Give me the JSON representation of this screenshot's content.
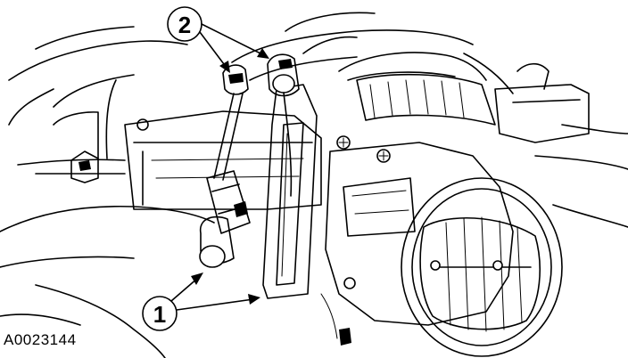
{
  "figure": {
    "figure_id": "A0023144",
    "callouts": [
      {
        "label": "1"
      },
      {
        "label": "2"
      }
    ]
  }
}
